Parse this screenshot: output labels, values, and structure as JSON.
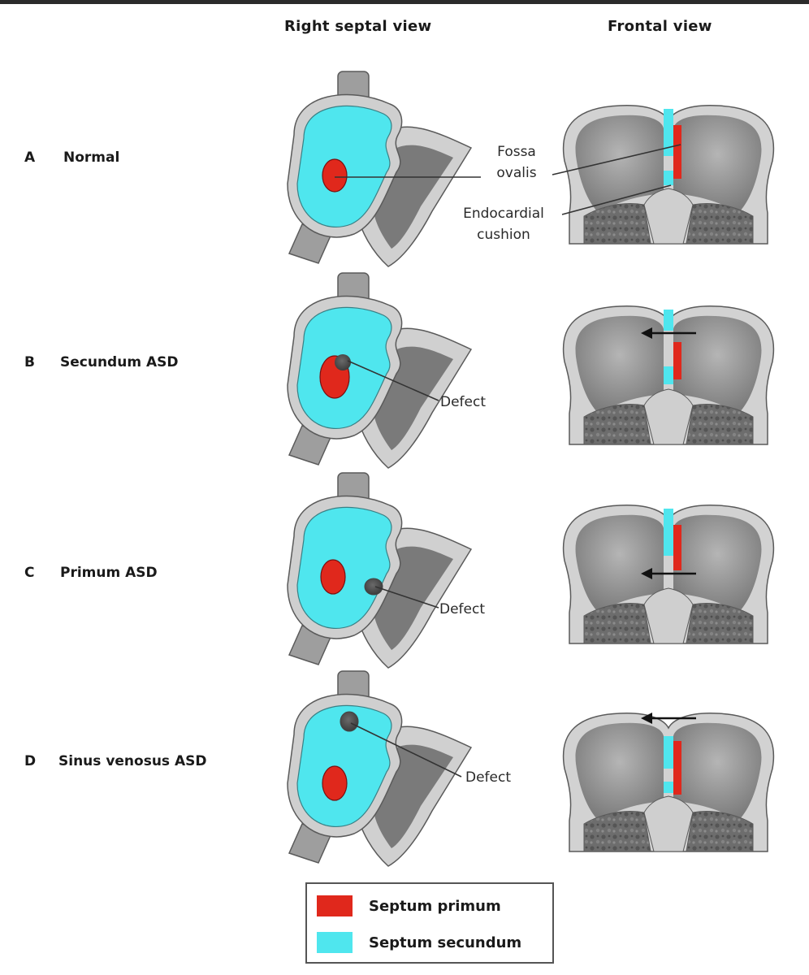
{
  "columns": {
    "left_title": "Right septal view",
    "right_title": "Frontal view"
  },
  "rows": [
    {
      "letter": "A",
      "name": "Normal"
    },
    {
      "letter": "B",
      "name": "Secundum ASD"
    },
    {
      "letter": "C",
      "name": "Primum ASD"
    },
    {
      "letter": "D",
      "name": "Sinus venosus ASD"
    }
  ],
  "labels": {
    "fossa_line1": "Fossa",
    "fossa_line2": "ovalis",
    "cushion_line1": "Endocardial",
    "cushion_line2": "cushion",
    "defect_b": "Defect",
    "defect_c": "Defect",
    "defect_d": "Defect"
  },
  "legend": {
    "items": [
      {
        "label": "Septum primum",
        "color": "#e0281c"
      },
      {
        "label": "Septum secundum",
        "color": "#4fe6ee"
      }
    ]
  },
  "colors": {
    "heart_fill": "#9c9c9c",
    "heart_wall": "#d0d0d0",
    "outline": "#5a5a5a"
  }
}
